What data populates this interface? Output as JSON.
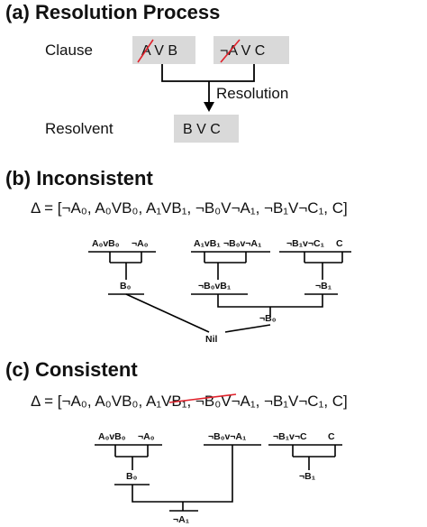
{
  "panel_a": {
    "heading": "(a) Resolution Process",
    "clause_label": "Clause",
    "clause_1": "A V B",
    "clause_2": "¬A V C",
    "arrow_label": "Resolution",
    "resolvent_label": "Resolvent",
    "resolvent": "B V C",
    "colors": {
      "box": "#d9d9d9",
      "strike": "#e0212b"
    }
  },
  "panel_b": {
    "heading": "(b) Inconsistent",
    "formula": "Δ = [¬A₀, A₀VB₀, A₁VB₁, ¬B₀V¬A₁, ¬B₁V¬C₁, C]",
    "tree": {
      "l1": "A₀vB₀",
      "l2": "¬A₀",
      "l3": "A₁vB₁",
      "l4": "¬B₀v¬A₁",
      "l5": "¬B₁v¬C₁",
      "l6": "C",
      "r1": "B₀",
      "r2": "¬B₀vB₁",
      "r3": "¬B₁",
      "r4": "¬B₀",
      "root": "Nil"
    }
  },
  "panel_c": {
    "heading": "(c) Consistent",
    "formula_pre": "Δ = [¬A₀, A₀VB₀, ",
    "formula_struck": "A₁VB₁,",
    "formula_post": " ¬B₀V¬A₁, ¬B₁V¬C₁, C]",
    "tree": {
      "l1": "A₀vB₀",
      "l2": "¬A₀",
      "l3": "¬B₀v¬A₁",
      "l4": "¬B₁v¬C",
      "l5": "C",
      "r1": "B₀",
      "r2": "¬B₁",
      "root": "¬A₁"
    }
  }
}
